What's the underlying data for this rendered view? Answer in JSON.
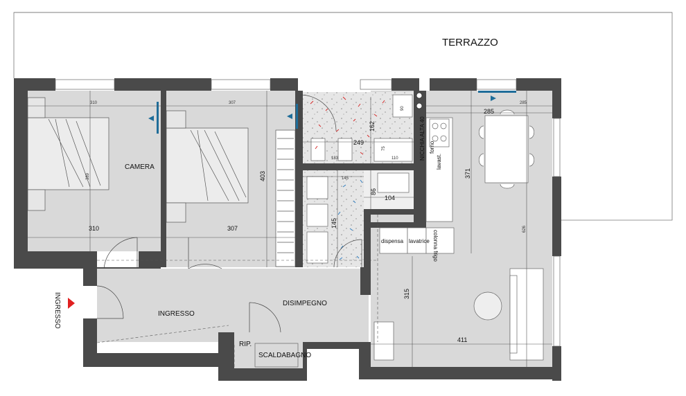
{
  "rooms": {
    "terrazzo": "TERRAZZO",
    "camera": "CAMERA",
    "ingresso": "INGRESSO",
    "disimpegno": "DISIMPEGNO",
    "rip": "RIP.",
    "scaldabagno": "SCALDABAGNO",
    "ingresso_arrow": "INGRESSO"
  },
  "labels": {
    "dispensa": "dispensa",
    "lavatrice": "lavatrice",
    "colonna_frigo": "colonna frigo",
    "nicchia": "NICCHIA ALTA 40",
    "forno": "forno",
    "lavast": "lavast."
  },
  "dimensions": {
    "bed1_top": "310",
    "bed1_bottom": "310",
    "bed1_height": "389",
    "bed2_top": "307",
    "bed2_bottom": "307",
    "bed2_height": "403",
    "bath1_w": "249",
    "bath1_h": "162",
    "bath1_a": "183",
    "bath1_b": "110",
    "bath1_c": "75",
    "bath1_d": "90",
    "bath2_w": "145",
    "bath2_h": "86",
    "bath2_c": "104",
    "bath2_lower": "145",
    "living_w_top": "285",
    "living_w_top_small": "285",
    "living_h1": "371",
    "living_total_h": "626",
    "living_h2": "315",
    "living_w_bottom": "411"
  },
  "colors": {
    "wall": "#4a4a4a",
    "floor": "#d9d9d9",
    "door_blue": "#1f6d99",
    "entry_red": "#e02020",
    "tile_red": "#d62b2b",
    "tile_blue": "#2f7ec0"
  }
}
